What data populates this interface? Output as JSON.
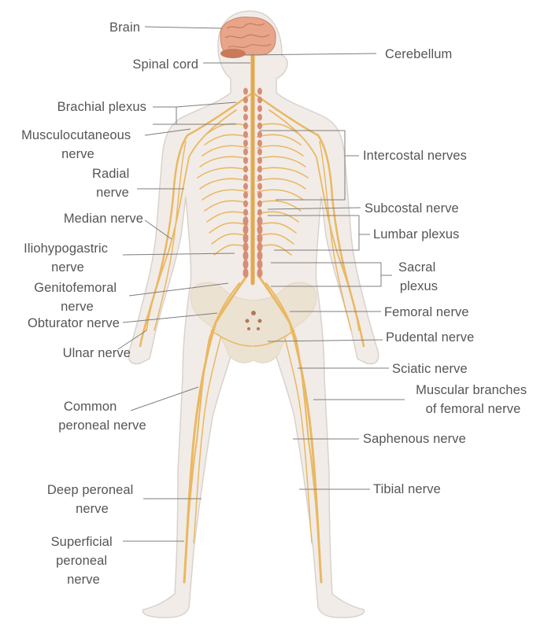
{
  "colors": {
    "skin": "#f2ece8",
    "nerve": "#e9b862",
    "ganglion": "#d78e76",
    "brain": "#e8a58a",
    "label_text": "#555555",
    "leader_line": "#7d7d7d"
  },
  "labels": {
    "brain": [
      "Brain"
    ],
    "spinal_cord": [
      "Spinal cord"
    ],
    "cerebellum": [
      "Cerebellum"
    ],
    "brachial_plexus": [
      "Brachial plexus"
    ],
    "musculocutaneous_nerve": [
      "Musculocutaneous",
      "nerve"
    ],
    "intercostal_nerves": [
      "Intercostal nerves"
    ],
    "radial_nerve": [
      "Radial",
      "nerve"
    ],
    "subcostal_nerve": [
      "Subcostal nerve"
    ],
    "median_nerve": [
      "Median nerve"
    ],
    "lumbar_plexus": [
      "Lumbar plexus"
    ],
    "iliohypogastric_nerve": [
      "Iliohypogastric",
      "nerve"
    ],
    "sacral_plexus": [
      "Sacral",
      "plexus"
    ],
    "genitofemoral_nerve": [
      "Genitofemoral",
      "nerve"
    ],
    "femoral_nerve": [
      "Femoral nerve"
    ],
    "obturator_nerve": [
      "Obturator nerve"
    ],
    "pudental_nerve": [
      "Pudental nerve"
    ],
    "ulnar_nerve": [
      "Ulnar nerve"
    ],
    "sciatic_nerve": [
      "Sciatic nerve"
    ],
    "muscular_branches_femoral": [
      "Muscular branches",
      "of femoral nerve"
    ],
    "common_peroneal_nerve": [
      "Common",
      "peroneal nerve"
    ],
    "saphenous_nerve": [
      "Saphenous nerve"
    ],
    "deep_peroneal_nerve": [
      "Deep peroneal",
      "nerve"
    ],
    "tibial_nerve": [
      "Tibial nerve"
    ],
    "superficial_peroneal_nerve": [
      "Superficial",
      "peroneal",
      "nerve"
    ]
  }
}
